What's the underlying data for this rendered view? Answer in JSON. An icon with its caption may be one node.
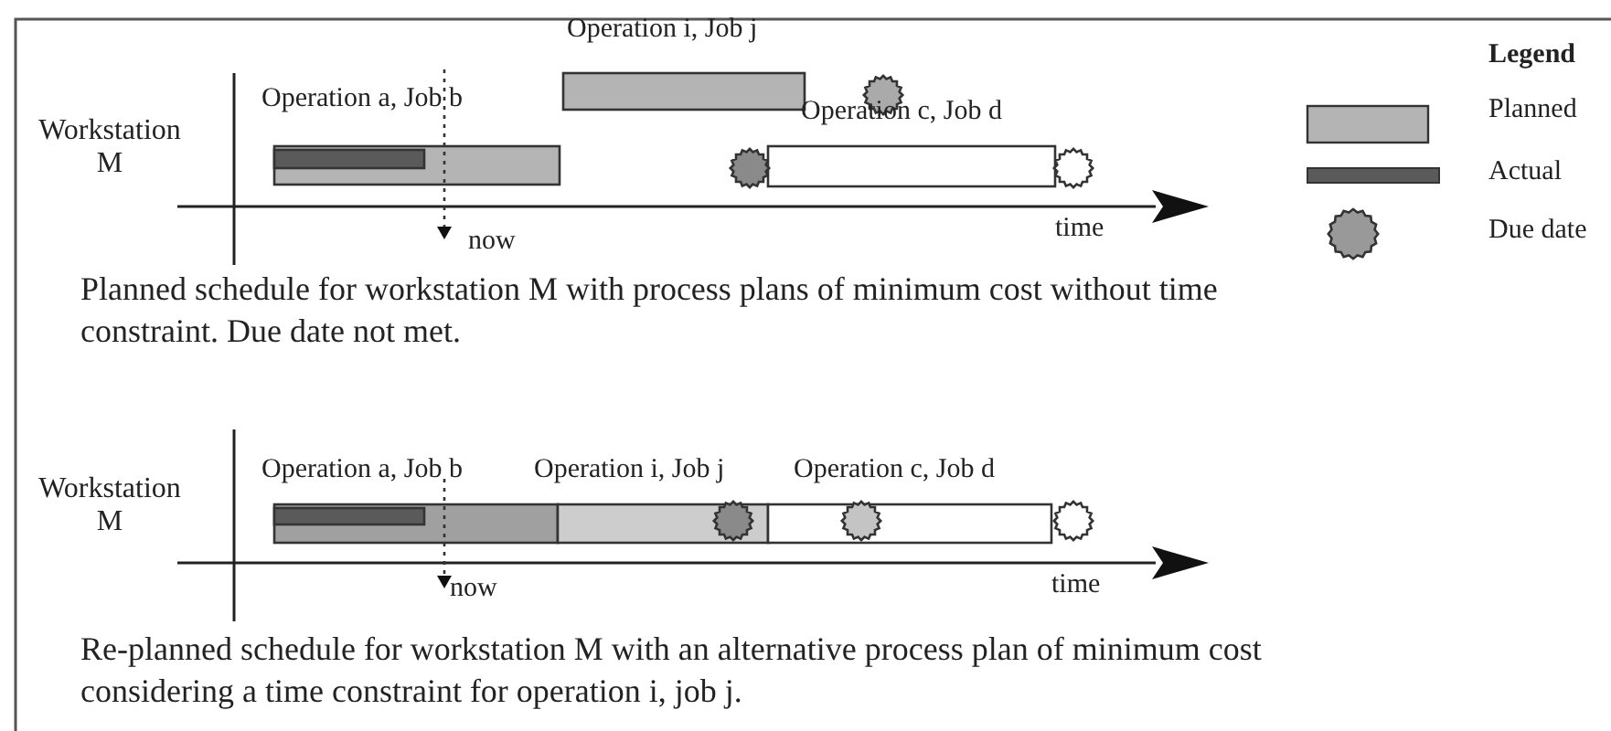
{
  "diagram": {
    "labels": [
      "Operation i, Job j",
      "Legend",
      "Operation a, Job b",
      "Operation c, Job d",
      "Workstation M",
      "now",
      "time",
      "Planned schedule for workstation M with process plans of minimum cost without time constraint. Due date not met.",
      "Operation a, Job b",
      "Operation i, Job j",
      "Operation c, Job d",
      "Workstation M",
      "now",
      "time",
      "Re-planned schedule for workstation M with an alternative process plan of minimum cost considering a time constraint for operation i, job j."
    ],
    "legend": [
      {
        "text": "Planned",
        "color": "#b4b4b4"
      },
      {
        "text": "Actual",
        "color": "#5a5a5a"
      },
      {
        "text": "Due date"
      }
    ]
  }
}
